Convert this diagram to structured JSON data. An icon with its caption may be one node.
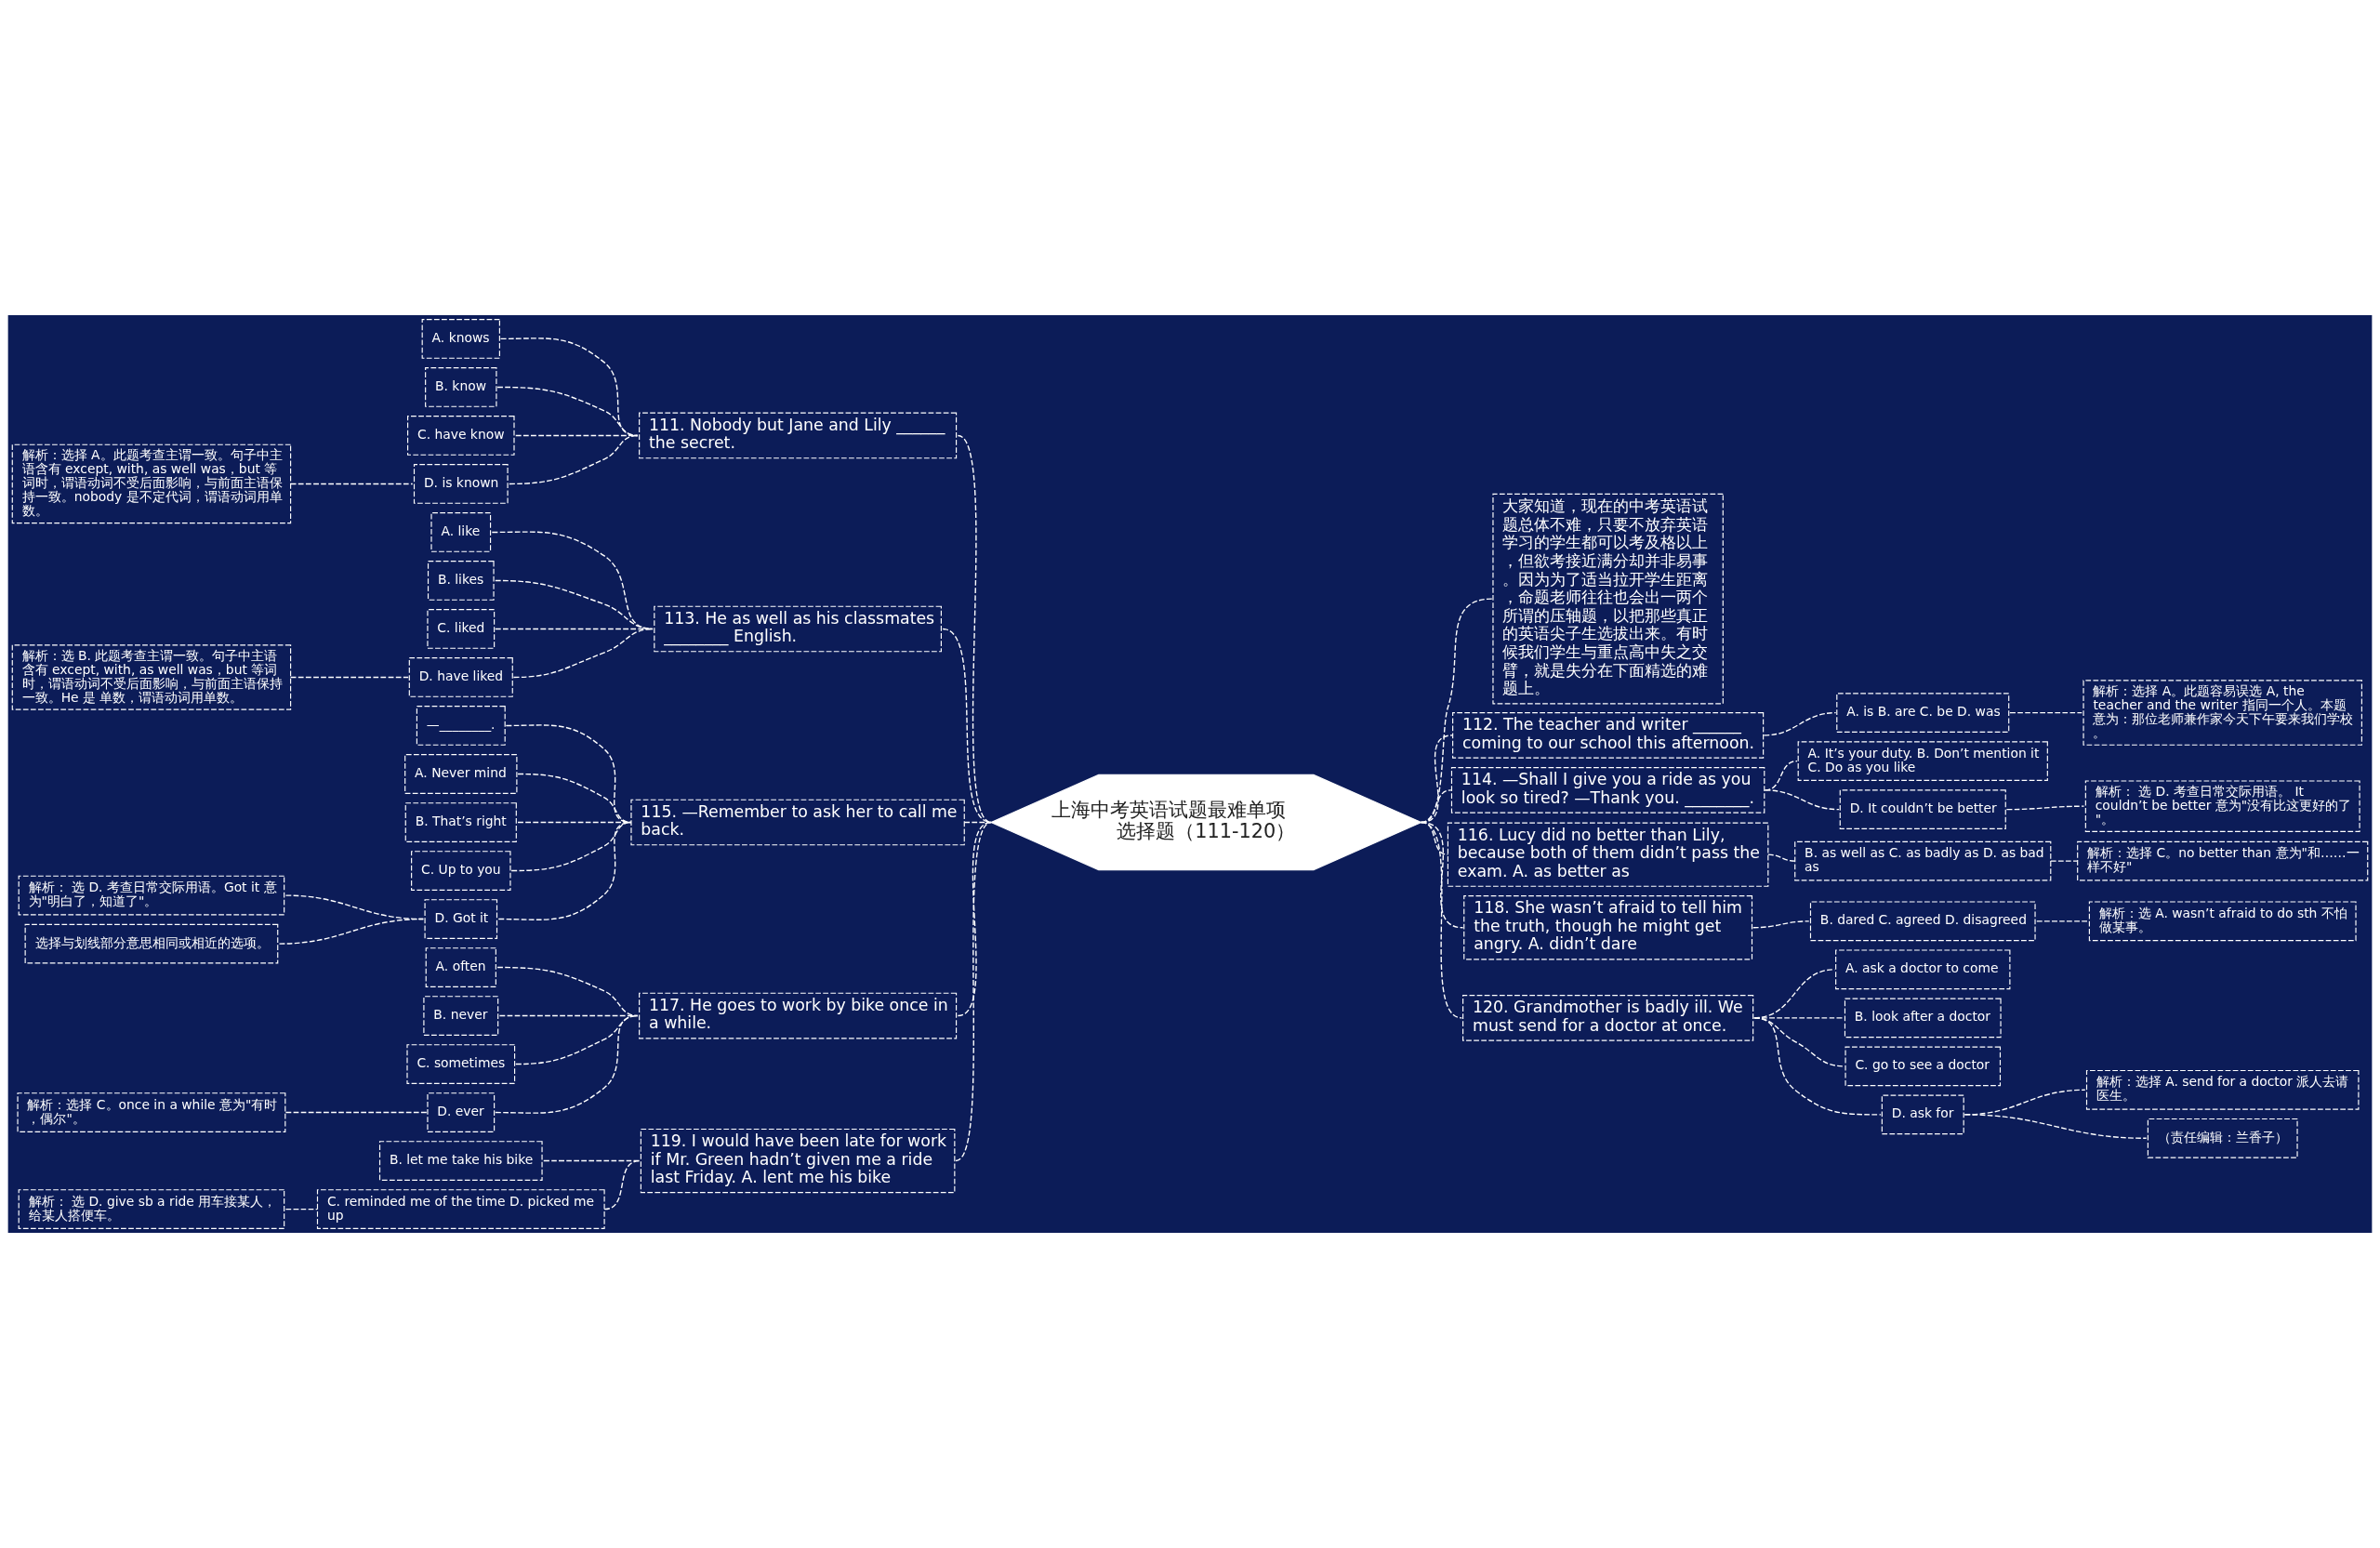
{
  "diagram": {
    "nodes": [
      {
        "text": [
          "上海中考英语试题最难单项选择题（111-120）"
        ]
      },
      {
        "text": [
          "111. Nobody but Jane and Lily ______ the secret."
        ]
      },
      {
        "text": [
          "A. knows"
        ]
      },
      {
        "text": [
          "B. know"
        ]
      },
      {
        "text": [
          "C. have know"
        ]
      },
      {
        "text": [
          "D. is known"
        ]
      },
      {
        "text": [
          "解析：选择 A。此题考查主谓一致。句子中主语含有 except, with, as well was，but 等词时，谓语动词不受后面影响，与前面主语保持一致。nobody 是不定代词，谓语动词用单数。"
        ]
      },
      {
        "text": [
          "113. He as well as his classmates ________ English."
        ]
      },
      {
        "text": [
          "A. like"
        ]
      },
      {
        "text": [
          "B. likes"
        ]
      },
      {
        "text": [
          "C. liked"
        ]
      },
      {
        "text": [
          "D. have liked"
        ]
      },
      {
        "text": [
          "解析：选 B. 此题考查主谓一致。句子中主语含有 except, with, as well was，but 等词时，谓语动词不受后面影响，与前面主语保持一致。He 是 单数，谓语动词用单数。"
        ]
      },
      {
        "text": [
          "115. —Remember to ask her to call me back."
        ]
      },
      {
        "text": [
          "—________."
        ]
      },
      {
        "text": [
          "A. Never mind"
        ]
      },
      {
        "text": [
          "B. That’s right"
        ]
      },
      {
        "text": [
          "C. Up to you"
        ]
      },
      {
        "text": [
          "D. Got it"
        ]
      },
      {
        "text": [
          "解析： 选 D. 考查日常交际用语。Got it 意为\"明白了，知道了\"。"
        ]
      },
      {
        "text": [
          "选择与划线部分意思相同或相近的选项。"
        ]
      },
      {
        "text": [
          "117. He goes to work by bike once in a while."
        ]
      },
      {
        "text": [
          "A. often"
        ]
      },
      {
        "text": [
          "B. never"
        ]
      },
      {
        "text": [
          "C. sometimes"
        ]
      },
      {
        "text": [
          "D. ever"
        ]
      },
      {
        "text": [
          "解析：选择 C。once in a while 意为\"有时，偶尔\"。"
        ]
      },
      {
        "text": [
          "119. I would have been late for work if Mr. Green hadn’t given me a ride last Friday. A. lent me his bike"
        ]
      },
      {
        "text": [
          "B. let me take his bike"
        ]
      },
      {
        "text": [
          "C. reminded me of the time D. picked me up"
        ]
      },
      {
        "text": [
          "解析： 选 D. give sb a ride 用车接某人，给某人搭便车。"
        ]
      },
      {
        "text": [
          "大家知道，现在的中考英语试题总体不难，只要不放弃英语学习的学生都可以考及格以上，但欲考接近满分却并非易事。因为为了适当拉开学生距离，命题老师往往也会出一两个所谓的压轴题，以把那些真正的英语尖子生选拔出来。有时候我们学生与重点高中失之交臂，就是失分在下面精选的难题上。"
        ]
      },
      {
        "text": [
          "112. The teacher and writer ______ coming to our school this afternoon."
        ]
      },
      {
        "text": [
          "A. is B. are C. be D. was"
        ]
      },
      {
        "text": [
          "解析：选择 A。此题容易误选 A, the teacher and the writer 指同一个人。本题意为：那位老师兼作家今天下午要来我们学校。"
        ]
      },
      {
        "text": [
          "114. —Shall I give you a ride as you look so tired? —Thank you. ________."
        ]
      },
      {
        "text": [
          "A. It’s your duty. B. Don’t mention it C. Do as you like"
        ]
      },
      {
        "text": [
          "D. It couldn’t be better"
        ]
      },
      {
        "text": [
          "解析： 选 D. 考查日常交际用语。 It couldn’t be better 意为\"没有比这更好的了\"。"
        ]
      },
      {
        "text": [
          "116. Lucy did no better than Lily, because both of them didn’t pass the exam. A. as better as"
        ]
      },
      {
        "text": [
          "B. as well as C. as badly as D. as bad as"
        ]
      },
      {
        "text": [
          "解析：选择 C。no better than 意为\"和……一样不好\""
        ]
      },
      {
        "text": [
          "118. She wasn’t afraid to tell him the truth, though he might get angry. A. didn’t dare"
        ]
      },
      {
        "text": [
          "B. dared C. agreed D. disagreed"
        ]
      },
      {
        "text": [
          "解析：选 A. wasn’t afraid to do sth 不怕做某事。"
        ]
      },
      {
        "text": [
          "120. Grandmother is badly ill. We must send for a doctor at once."
        ]
      },
      {
        "text": [
          "A. ask a doctor to come"
        ]
      },
      {
        "text": [
          "B. look after a doctor"
        ]
      },
      {
        "text": [
          "C. go to see a doctor"
        ]
      },
      {
        "text": [
          "D. ask for"
        ]
      },
      {
        "text": [
          "解析：选择 A. send for a doctor 派人去请医生。"
        ]
      },
      {
        "text": [
          "（责任编辑：兰香子）"
        ]
      }
    ],
    "edges": [
      {
        "from": 0,
        "to": 1,
        "arrow": "none"
      },
      {
        "from": 1,
        "to": 2,
        "arrow": "none"
      },
      {
        "from": 1,
        "to": 3,
        "arrow": "none"
      },
      {
        "from": 1,
        "to": 4,
        "arrow": "none"
      },
      {
        "from": 1,
        "to": 5,
        "arrow": "none"
      },
      {
        "from": 5,
        "to": 6,
        "arrow": "none"
      },
      {
        "from": 0,
        "to": 7,
        "arrow": "none"
      },
      {
        "from": 7,
        "to": 8,
        "arrow": "none"
      },
      {
        "from": 7,
        "to": 9,
        "arrow": "none"
      },
      {
        "from": 7,
        "to": 10,
        "arrow": "none"
      },
      {
        "from": 7,
        "to": 11,
        "arrow": "none"
      },
      {
        "from": 11,
        "to": 12,
        "arrow": "none"
      },
      {
        "from": 0,
        "to": 13,
        "arrow": "none"
      },
      {
        "from": 13,
        "to": 14,
        "arrow": "none"
      },
      {
        "from": 13,
        "to": 15,
        "arrow": "none"
      },
      {
        "from": 13,
        "to": 16,
        "arrow": "none"
      },
      {
        "from": 13,
        "to": 17,
        "arrow": "none"
      },
      {
        "from": 13,
        "to": 18,
        "arrow": "none"
      },
      {
        "from": 18,
        "to": 19,
        "arrow": "none"
      },
      {
        "from": 18,
        "to": 20,
        "arrow": "none"
      },
      {
        "from": 0,
        "to": 21,
        "arrow": "none"
      },
      {
        "from": 21,
        "to": 22,
        "arrow": "none"
      },
      {
        "from": 21,
        "to": 23,
        "arrow": "none"
      },
      {
        "from": 21,
        "to": 24,
        "arrow": "none"
      },
      {
        "from": 21,
        "to": 25,
        "arrow": "none"
      },
      {
        "from": 25,
        "to": 26,
        "arrow": "none"
      },
      {
        "from": 0,
        "to": 27,
        "arrow": "none"
      },
      {
        "from": 27,
        "to": 28,
        "arrow": "none"
      },
      {
        "from": 27,
        "to": 29,
        "arrow": "none"
      },
      {
        "from": 29,
        "to": 30,
        "arrow": "none"
      },
      {
        "from": 0,
        "to": 31,
        "arrow": "none"
      },
      {
        "from": 0,
        "to": 32,
        "arrow": "none"
      },
      {
        "from": 32,
        "to": 33,
        "arrow": "none"
      },
      {
        "from": 33,
        "to": 34,
        "arrow": "none"
      },
      {
        "from": 0,
        "to": 35,
        "arrow": "none"
      },
      {
        "from": 35,
        "to": 36,
        "arrow": "none"
      },
      {
        "from": 35,
        "to": 37,
        "arrow": "none"
      },
      {
        "from": 37,
        "to": 38,
        "arrow": "none"
      },
      {
        "from": 0,
        "to": 39,
        "arrow": "none"
      },
      {
        "from": 39,
        "to": 40,
        "arrow": "none"
      },
      {
        "from": 40,
        "to": 41,
        "arrow": "none"
      },
      {
        "from": 0,
        "to": 42,
        "arrow": "none"
      },
      {
        "from": 42,
        "to": 43,
        "arrow": "none"
      },
      {
        "from": 43,
        "to": 44,
        "arrow": "none"
      },
      {
        "from": 0,
        "to": 45,
        "arrow": "none"
      },
      {
        "from": 45,
        "to": 46,
        "arrow": "none"
      },
      {
        "from": 45,
        "to": 47,
        "arrow": "none"
      },
      {
        "from": 45,
        "to": 48,
        "arrow": "none"
      },
      {
        "from": 45,
        "to": 49,
        "arrow": "none"
      },
      {
        "from": 49,
        "to": 50,
        "arrow": "none"
      },
      {
        "from": 49,
        "to": 51,
        "arrow": "none"
      }
    ]
  }
}
